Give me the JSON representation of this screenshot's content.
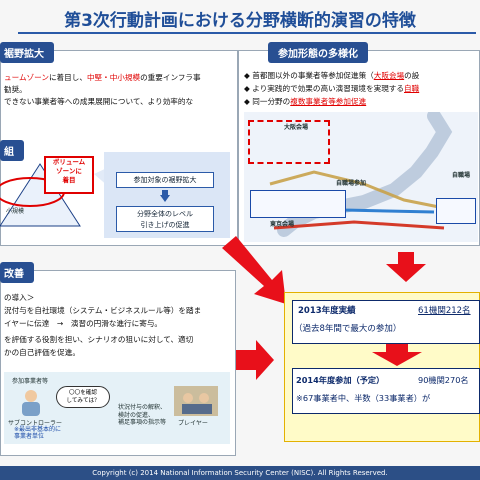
{
  "title": "第3次行動計画における分野横断的演習の特徴",
  "left_top": {
    "tab": "裾野拡大",
    "line1_a": "ュームゾーン",
    "line1_b": "に着目し、",
    "line1_c": "中堅・中小規模",
    "line1_d": "の重要インフラ事",
    "line2": "勧奨。",
    "line3": "できない事業者等への成果展開について、より効率的な",
    "subtab": "組",
    "volume_label": "ボリューム\nゾーンに\n着目",
    "triangle_label": "小規模",
    "box1": "参加対象の裾野拡大",
    "box2": "分野全体のレベル\n引き上げの促進"
  },
  "right_top": {
    "tab": "参加形態の多様化",
    "bullet1_a": "首都圏以外の事業者等参加促進策（",
    "bullet1_b": "大阪会場",
    "bullet1_c": "の設",
    "bullet2_a": "より実践的で効果の高い演習環境を実現する",
    "bullet2_b": "自職",
    "bullet3_a": "同一分野の",
    "bullet3_b": "複数事業者等参加促進",
    "osaka_label": "大阪会場",
    "own_office_left": "自職場参加",
    "own_office_right": "自職場",
    "tokyo_label": "東京会場"
  },
  "left_bottom": {
    "tab": "改善",
    "line1": "の導入＞",
    "line2": "況付与を自社環境（システム・ビジネスルール等）を踏ま",
    "line3": "イヤーに伝達　→　演習の円滑な進行に寄与。",
    "line4": "を評価する役割を担い、シナリオの狙いに対して、適切",
    "line5": "かの自己評価を促進。",
    "caption_participant": "参加事業者等",
    "bubble": "〇〇を確認\nしてみては？",
    "subcontroller": "サブコントローラー",
    "subcontroller_note": "※最出非基本的に\n事業者単位",
    "situation_note": "状況付与の解釈、\n検討の促進、\n補足事項の指示等",
    "player": "プレイヤー"
  },
  "results": {
    "r2013_label": "2013年度実績",
    "r2013_value": "61機関212名",
    "r2013_sub": "（過去8年間で最大の参加）",
    "r2014_label": "2014年度参加（予定）",
    "r2014_value": "90機関270名",
    "r2014_sub": "※67事業者中、半数（33事業者）が"
  },
  "footer": "Copyright (c) 2014 National Information Security Center (NISC). All Rights Reserved.",
  "colors": {
    "navy": "#284f92",
    "red_arrow": "#e8101a",
    "result_bg": "#fffbc8",
    "result_border": "#e3b100"
  }
}
